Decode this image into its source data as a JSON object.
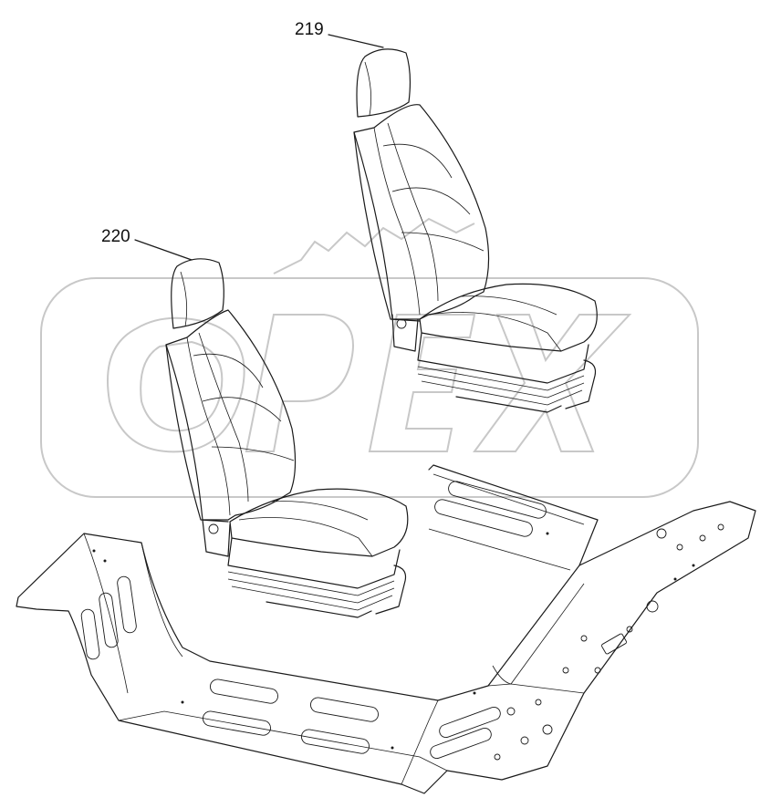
{
  "callouts": [
    {
      "label": "219",
      "part": "seat-rear"
    },
    {
      "label": "220",
      "part": "seat-front"
    }
  ],
  "watermark": {
    "brand_mark": "OPEX"
  }
}
